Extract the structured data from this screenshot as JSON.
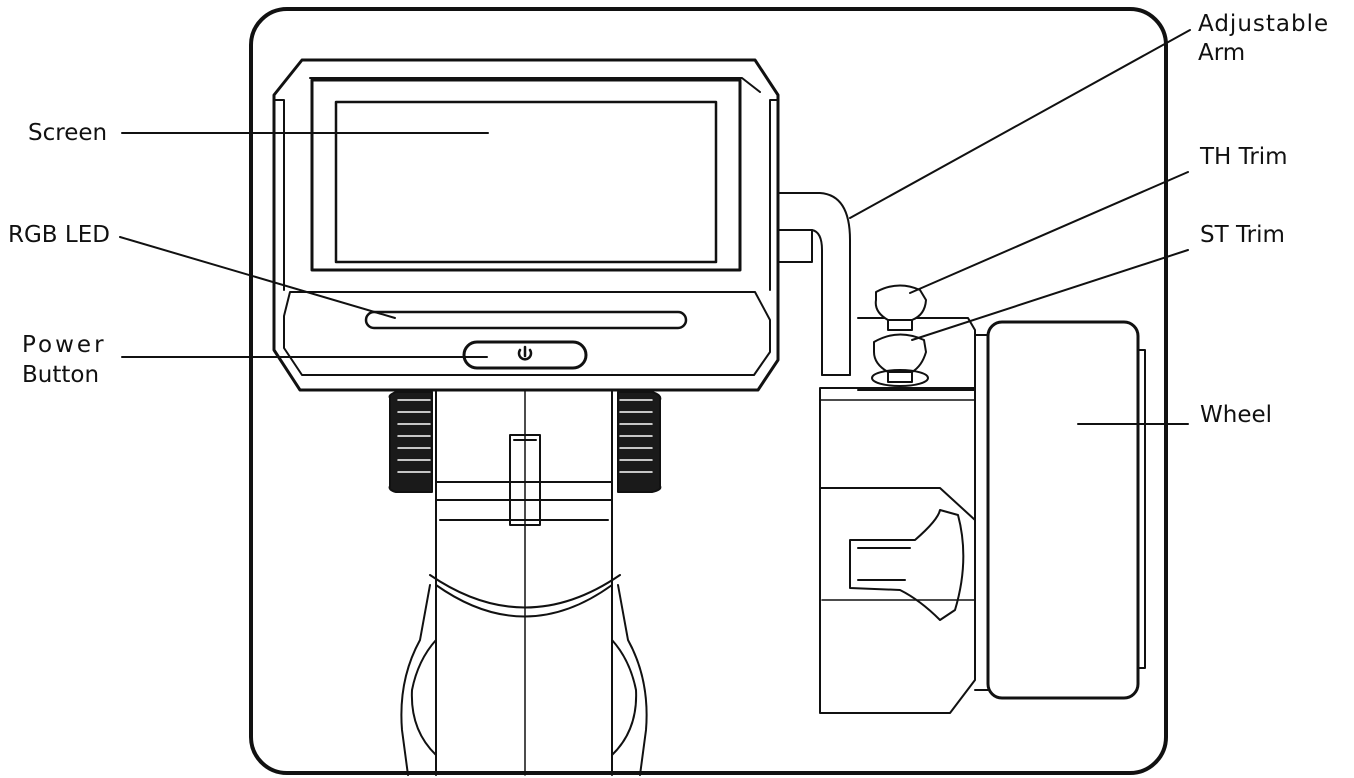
{
  "labels": {
    "screen": "Screen",
    "rgb_led": "RGB LED",
    "power_button_line1": "Power",
    "power_button_line2": "Button",
    "adjustable_arm_line1": "Adjustable",
    "adjustable_arm_line2": "Arm",
    "th_trim": "TH Trim",
    "st_trim": "ST Trim",
    "wheel": "Wheel"
  },
  "colors": {
    "line": "#111111",
    "background": "#ffffff",
    "knurl": "#1a1a1a"
  }
}
